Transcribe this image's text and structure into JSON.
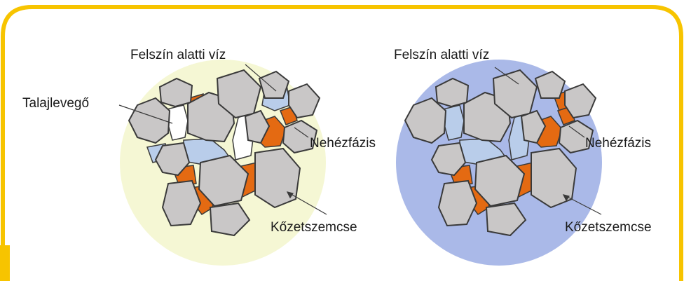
{
  "colors": {
    "frame_border": "#f7c400",
    "left_background": "#f5f7d4",
    "right_background": "#aab9e8",
    "grain_fill": "#c9c7c7",
    "grain_outline": "#3a3a3a",
    "nonaqueous_phase": "#e46a12",
    "groundwater": "#b9cdea",
    "soil_air": "#ffffff"
  },
  "left_diagram": {
    "label_groundwater": "Felszín alatti víz",
    "label_soil_air": "Talajlevegő",
    "label_nonaqueous_phase": "Nehézfázis",
    "label_rock_grain": "Kőzetszemcse"
  },
  "right_diagram": {
    "label_groundwater": "Felszín alatti víz",
    "label_nonaqueous_phase": "Nehézfázis",
    "label_rock_grain": "Kőzetszemcse"
  }
}
